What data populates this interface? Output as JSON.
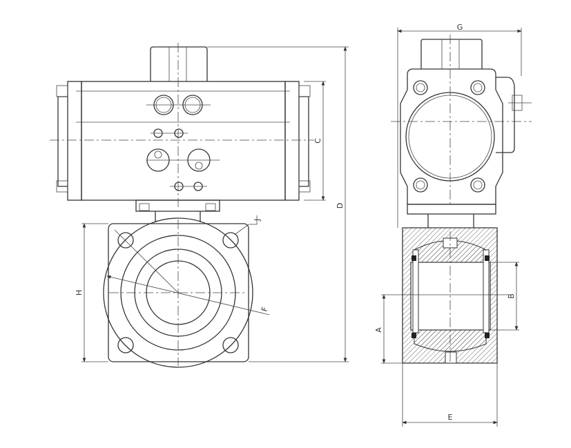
{
  "title": "Pneumatic actuated ball valve dimension drawing",
  "dimensions": {
    "A": "A",
    "B": "B",
    "C": "C",
    "D": "D",
    "E": "E",
    "F": "F",
    "G": "G",
    "H": "H",
    "J": "J"
  },
  "colors": {
    "line": "#333333",
    "background": "#ffffff"
  }
}
